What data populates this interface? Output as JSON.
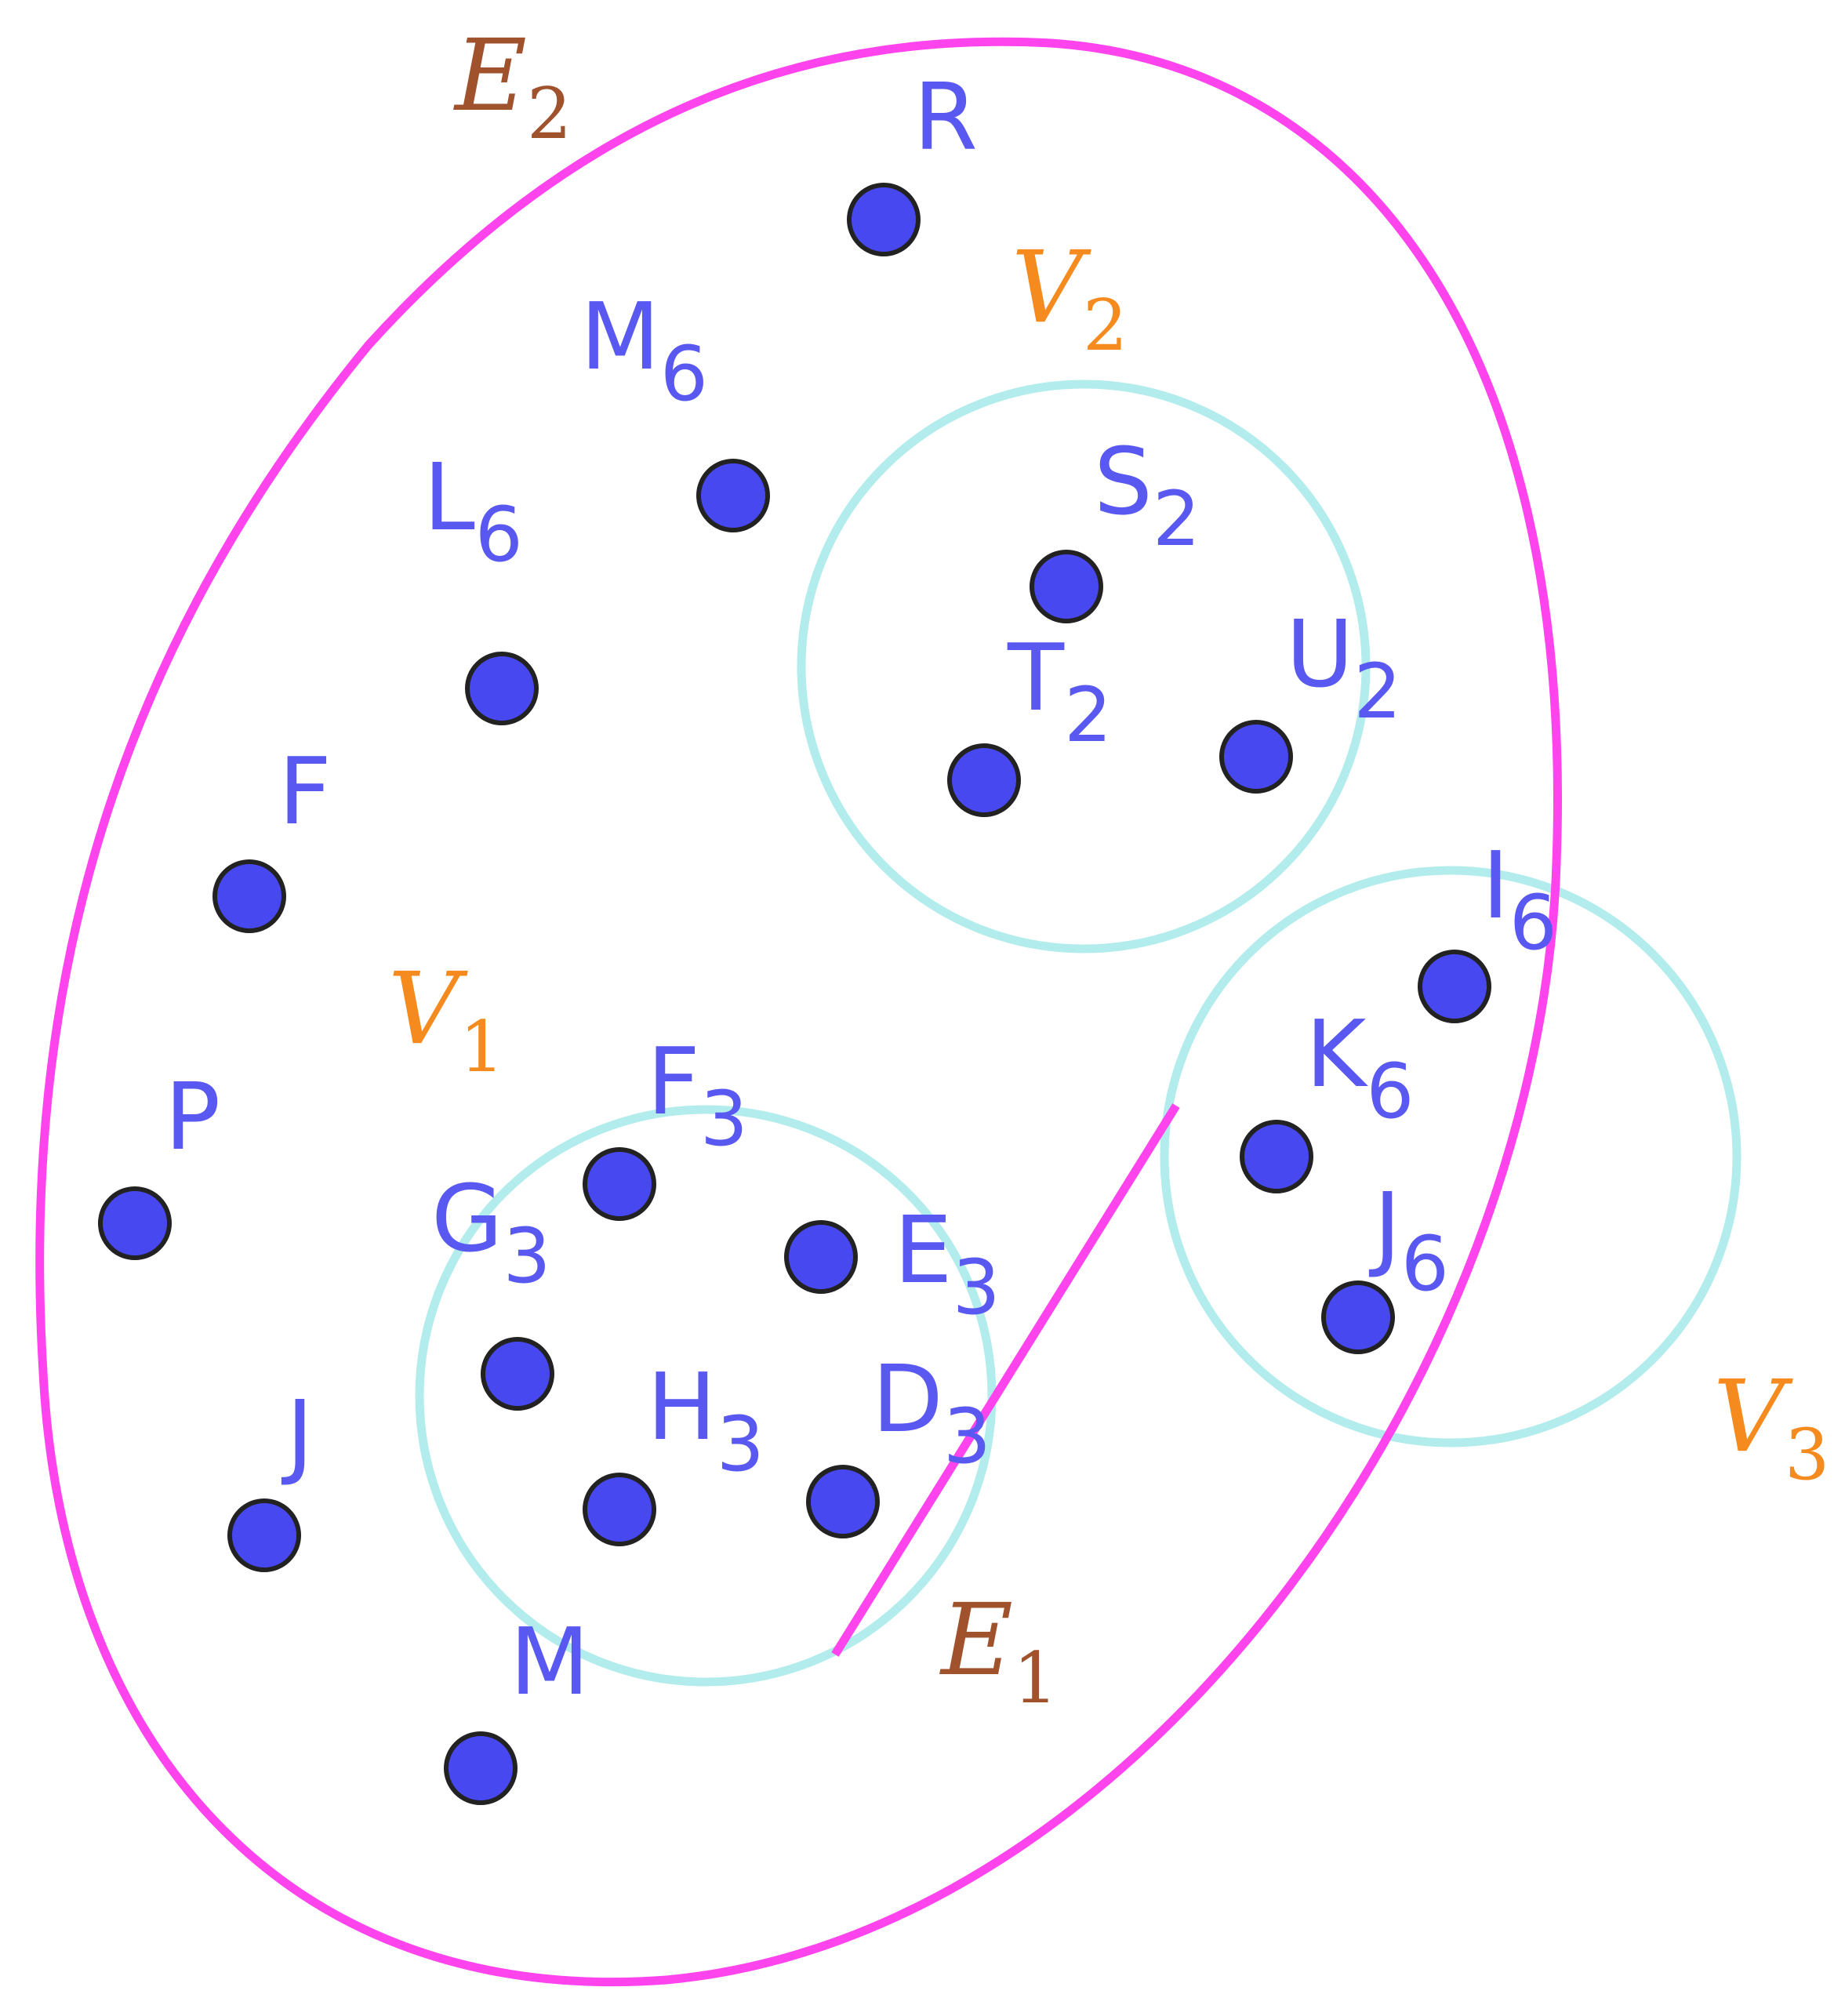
{
  "colors": {
    "background": "#ffffff",
    "hyperedge": "#ff44ee",
    "vertex_set": "#b3ecec",
    "point_fill": "#4848f0",
    "point_label": "#5959f2",
    "hyperedge_label": "#a0522d",
    "vertex_set_label": "#f58b1f"
  },
  "hyperedge_labels": [
    {
      "id": "E2",
      "letter": "E",
      "sub": "2"
    },
    {
      "id": "E1",
      "letter": "E",
      "sub": "1"
    }
  ],
  "vertex_set_labels": [
    {
      "id": "V2",
      "letter": "V",
      "sub": "2"
    },
    {
      "id": "V1",
      "letter": "V",
      "sub": "1"
    },
    {
      "id": "V3",
      "letter": "V",
      "sub": "3"
    }
  ],
  "points": [
    {
      "id": "R",
      "name": "R",
      "sub": ""
    },
    {
      "id": "M6",
      "name": "M",
      "sub": "6"
    },
    {
      "id": "L6",
      "name": "L",
      "sub": "6"
    },
    {
      "id": "F",
      "name": "F",
      "sub": ""
    },
    {
      "id": "S2",
      "name": "S",
      "sub": "2"
    },
    {
      "id": "T2",
      "name": "T",
      "sub": "2"
    },
    {
      "id": "U2",
      "name": "U",
      "sub": "2"
    },
    {
      "id": "I6",
      "name": "I",
      "sub": "6"
    },
    {
      "id": "K6",
      "name": "K",
      "sub": "6"
    },
    {
      "id": "J6",
      "name": "J",
      "sub": "6"
    },
    {
      "id": "P",
      "name": "P",
      "sub": ""
    },
    {
      "id": "F3",
      "name": "F",
      "sub": "3"
    },
    {
      "id": "G3",
      "name": "G",
      "sub": "3"
    },
    {
      "id": "E3",
      "name": "E",
      "sub": "3"
    },
    {
      "id": "H3",
      "name": "H",
      "sub": "3"
    },
    {
      "id": "D3",
      "name": "D",
      "sub": "3"
    },
    {
      "id": "J",
      "name": "J",
      "sub": ""
    },
    {
      "id": "M",
      "name": "M",
      "sub": ""
    }
  ]
}
